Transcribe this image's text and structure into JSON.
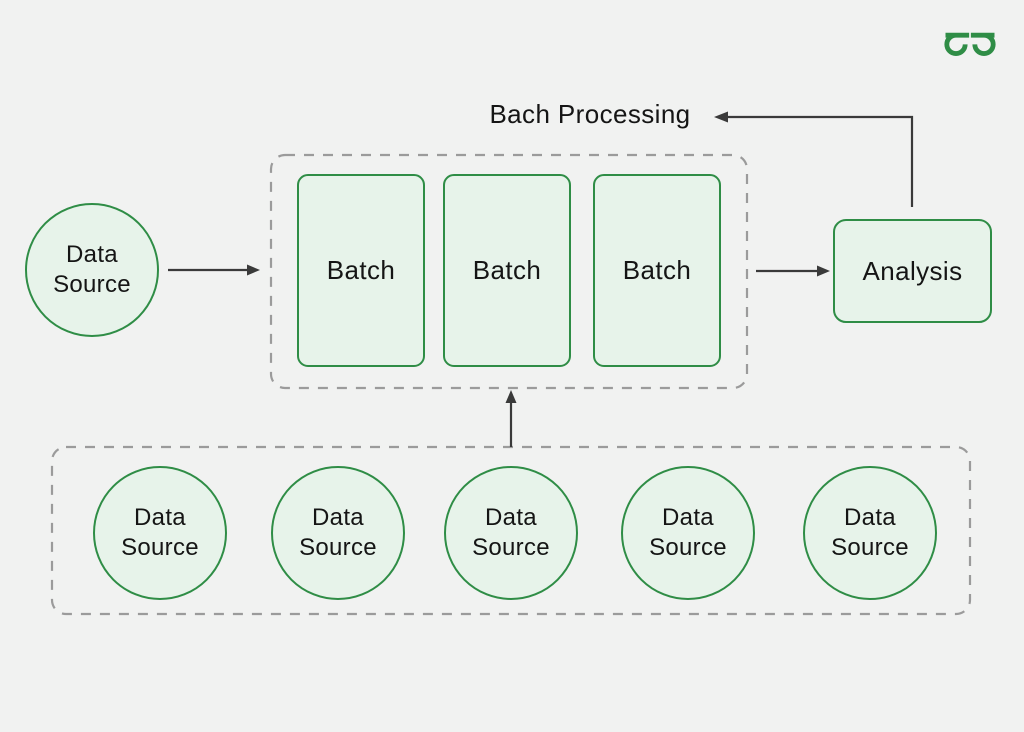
{
  "colors": {
    "background": "#f1f2f1",
    "node_fill": "#e7f3ea",
    "node_border": "#2f8d46",
    "dashed_border": "#9b9b9b",
    "arrow": "#3a3a3a",
    "text": "#151515",
    "brand": "#2f8d46"
  },
  "logo": {
    "icon": "geeksforgeeks-logo"
  },
  "title": "Bach Processing",
  "main_source": {
    "label": "Data Source"
  },
  "batch_group": {
    "items": [
      {
        "label": "Batch"
      },
      {
        "label": "Batch"
      },
      {
        "label": "Batch"
      }
    ]
  },
  "analysis": {
    "label": "Analysis"
  },
  "source_group": {
    "items": [
      {
        "label": "Data Source"
      },
      {
        "label": "Data Source"
      },
      {
        "label": "Data Source"
      },
      {
        "label": "Data Source"
      },
      {
        "label": "Data Source"
      }
    ]
  }
}
